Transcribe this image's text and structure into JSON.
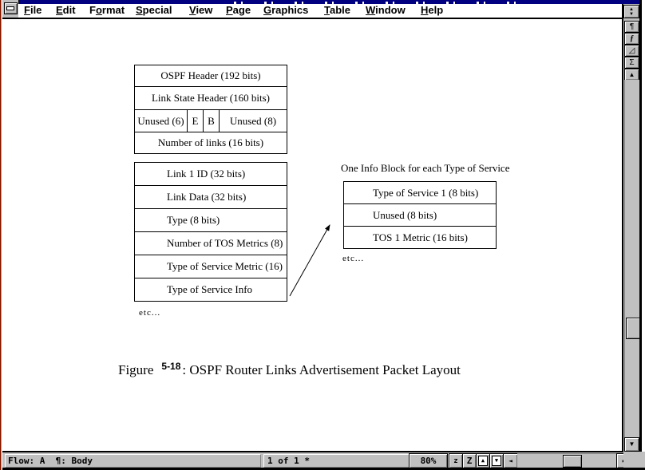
{
  "window": {
    "menu": {
      "items": [
        {
          "pre": "",
          "key": "F",
          "post": "ile"
        },
        {
          "pre": "",
          "key": "E",
          "post": "dit"
        },
        {
          "pre": "F",
          "key": "o",
          "post": "rmat"
        },
        {
          "pre": "",
          "key": "S",
          "post": "pecial"
        },
        {
          "pre": "",
          "key": "V",
          "post": "iew"
        },
        {
          "pre": "",
          "key": "P",
          "post": "age"
        },
        {
          "pre": "",
          "key": "G",
          "post": "raphics"
        },
        {
          "pre": "",
          "key": "T",
          "post": "able"
        },
        {
          "pre": "",
          "key": "W",
          "post": "indow"
        },
        {
          "pre": "",
          "key": "H",
          "post": "elp"
        }
      ]
    },
    "controls": {
      "restore_up": "▲",
      "restore_down": "▼"
    }
  },
  "side_toolbar": {
    "buttons": [
      {
        "icon": "¶",
        "name": "paragraph-catalog"
      },
      {
        "icon": "ƒ",
        "name": "character-catalog"
      },
      {
        "icon": "◿",
        "name": "tools-palette"
      },
      {
        "icon": "Σ",
        "name": "equations"
      }
    ],
    "scroll_up": "▲",
    "scroll_down": "▼"
  },
  "document": {
    "diagram": {
      "block1": {
        "row1": "OSPF Header (192 bits)",
        "row2": "Link State Header (160 bits)",
        "row3": {
          "c1": "Unused (6)",
          "c2": "E",
          "c3": "B",
          "c4": "Unused (8)"
        },
        "row4": "Number of links (16 bits)"
      },
      "block2": {
        "rows": [
          "Link 1 ID (32 bits)",
          "Link Data (32 bits)",
          "Type (8 bits)",
          "Number of TOS Metrics (8)",
          "Type of Service Metric (16)",
          "Type of Service Info"
        ]
      },
      "etc_left": "etc...",
      "tos_label": "One Info Block for each Type of Service",
      "block3": {
        "rows": [
          "Type of Service 1 (8 bits)",
          "Unused (8 bits)",
          "TOS 1 Metric (16 bits)"
        ]
      },
      "etc_right": "etc...",
      "caption": {
        "word": "Figure",
        "number": "5-18",
        "rest": ": OSPF Router Links Advertisement Packet Layout"
      }
    }
  },
  "statusbar": {
    "flow": "Flow: A  ¶: Body",
    "page": "1 of 1 *",
    "zoom": "80%",
    "zoom_out": "z",
    "zoom_in": "Z",
    "page_up": "▲",
    "page_down": "▼",
    "scroll_left": "◄",
    "scroll_right": "►"
  },
  "colors": {
    "titlebar": "#000080",
    "chrome": "#c0c0c0",
    "edge_maroon": "#7c1405",
    "edge_orange": "#ff7c1e"
  }
}
